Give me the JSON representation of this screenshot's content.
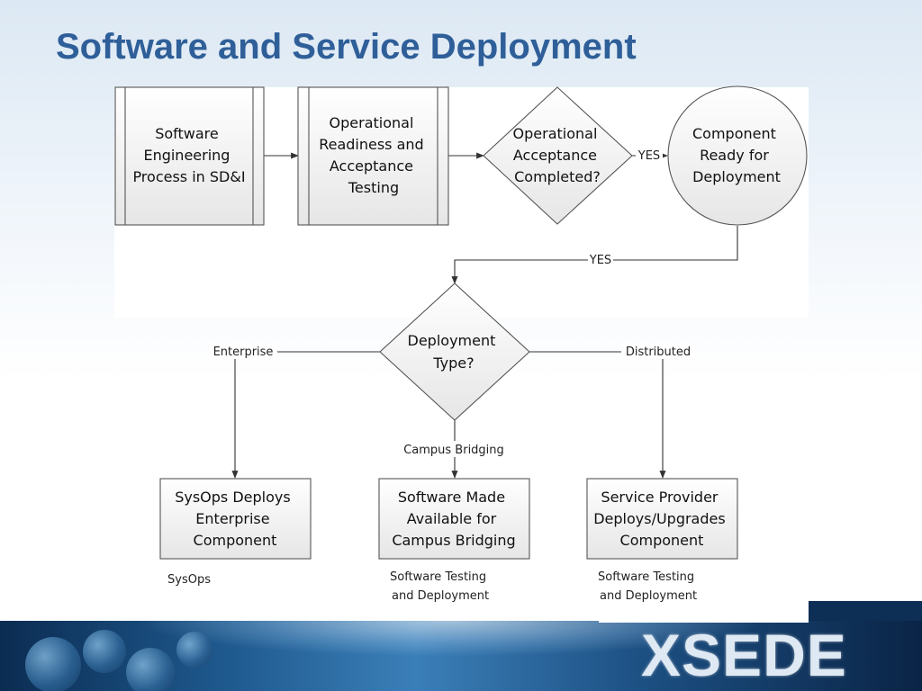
{
  "slide": {
    "title": "Software and Service Deployment"
  },
  "diagram": {
    "nodes": {
      "sdi": {
        "lines": [
          "Software",
          "Engineering",
          "Process in SD&I"
        ]
      },
      "ort": {
        "lines": [
          "Operational",
          "Readiness and",
          "Acceptance",
          "Testing"
        ]
      },
      "oac": {
        "lines": [
          "Operational",
          "Acceptance",
          "Completed?"
        ]
      },
      "crd": {
        "lines": [
          "Component",
          "Ready for",
          "Deployment"
        ]
      },
      "dtype": {
        "lines": [
          "Deployment",
          "Type?"
        ]
      },
      "sysops": {
        "lines": [
          "SysOps Deploys",
          "Enterprise",
          "Component"
        ]
      },
      "campus": {
        "lines": [
          "Software Made",
          "Available for",
          "Campus Bridging"
        ]
      },
      "provider": {
        "lines": [
          "Service Provider",
          "Deploys/Upgrades",
          "Component"
        ]
      }
    },
    "edge_labels": {
      "yes_1": "YES",
      "yes_2": "YES",
      "enterprise": "Enterprise",
      "distributed": "Distributed",
      "campus_bridging": "Campus Bridging"
    },
    "notes": {
      "sysops": [
        "SysOps"
      ],
      "campus": [
        "Software Testing",
        "and Deployment"
      ],
      "provider": [
        "Software Testing",
        "and Deployment"
      ]
    }
  },
  "footer": {
    "logo": "XSEDE"
  }
}
